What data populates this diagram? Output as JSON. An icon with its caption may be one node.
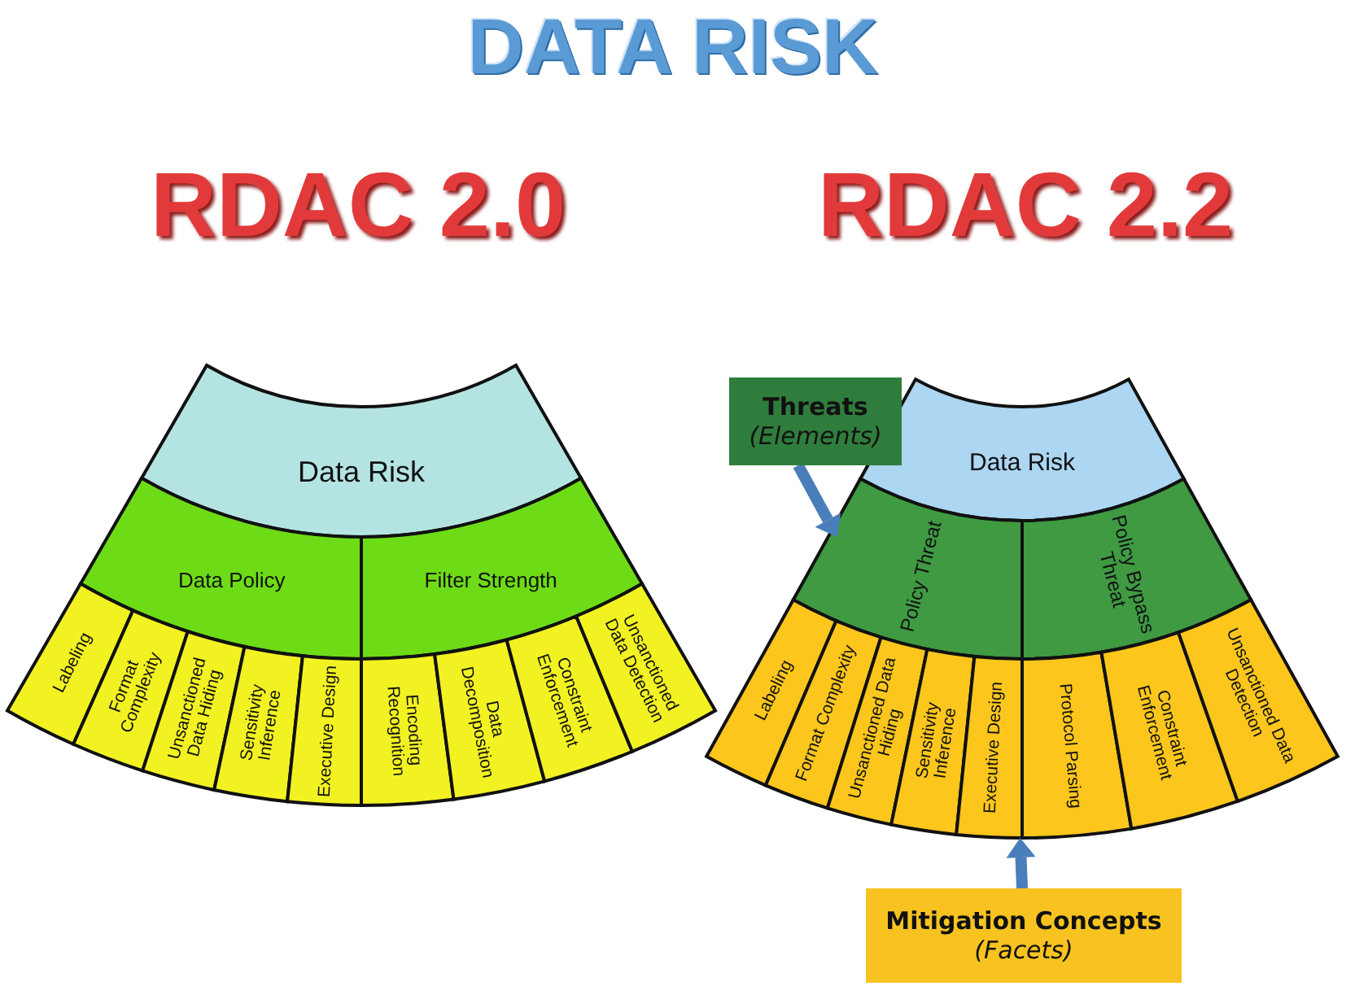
{
  "diagram": {
    "title": "DATA RISK",
    "nodes": [
      {
        "text": [
          "Data Risk"
        ]
      },
      {
        "text": [
          "Data Policy"
        ]
      },
      {
        "text": [
          "Filter Strength"
        ]
      },
      {
        "text": [
          "Labeling"
        ]
      },
      {
        "text": [
          "Format Complexity"
        ]
      },
      {
        "text": [
          "Unsanctioned Data Hiding"
        ]
      },
      {
        "text": [
          "Sensitivity Inference"
        ]
      },
      {
        "text": [
          "Executive Design"
        ]
      },
      {
        "text": [
          "Encoding Recognition"
        ]
      },
      {
        "text": [
          "Data Decomposition"
        ]
      },
      {
        "text": [
          "Constraint Enforcement"
        ]
      },
      {
        "text": [
          "Unsanctioned Data Detection"
        ]
      },
      {
        "text": [
          "Threats",
          "(Elements)"
        ]
      },
      {
        "text": [
          "Data Risk"
        ]
      },
      {
        "text": [
          "Policy Threat"
        ]
      },
      {
        "text": [
          "Policy Bypass Threat"
        ]
      },
      {
        "text": [
          "Labeling"
        ]
      },
      {
        "text": [
          "Format Complexity"
        ]
      },
      {
        "text": [
          "Unsanctioned Data Hiding"
        ]
      },
      {
        "text": [
          "Sensitivity Inference"
        ]
      },
      {
        "text": [
          "Executive Design"
        ]
      },
      {
        "text": [
          "Protocol Parsing"
        ]
      },
      {
        "text": [
          "Constraint Enforcement"
        ]
      },
      {
        "text": [
          "Unsanctioned Data Detection"
        ]
      },
      {
        "text": [
          "Mitigation Concepts",
          "(Facets)"
        ]
      }
    ],
    "edges": [
      {
        "from": 12,
        "to": 14,
        "arrow": "to"
      },
      {
        "from": 24,
        "to": 20,
        "arrow": "to"
      }
    ],
    "labels": [
      "RDAC 2.0",
      "RDAC 2.2"
    ]
  }
}
